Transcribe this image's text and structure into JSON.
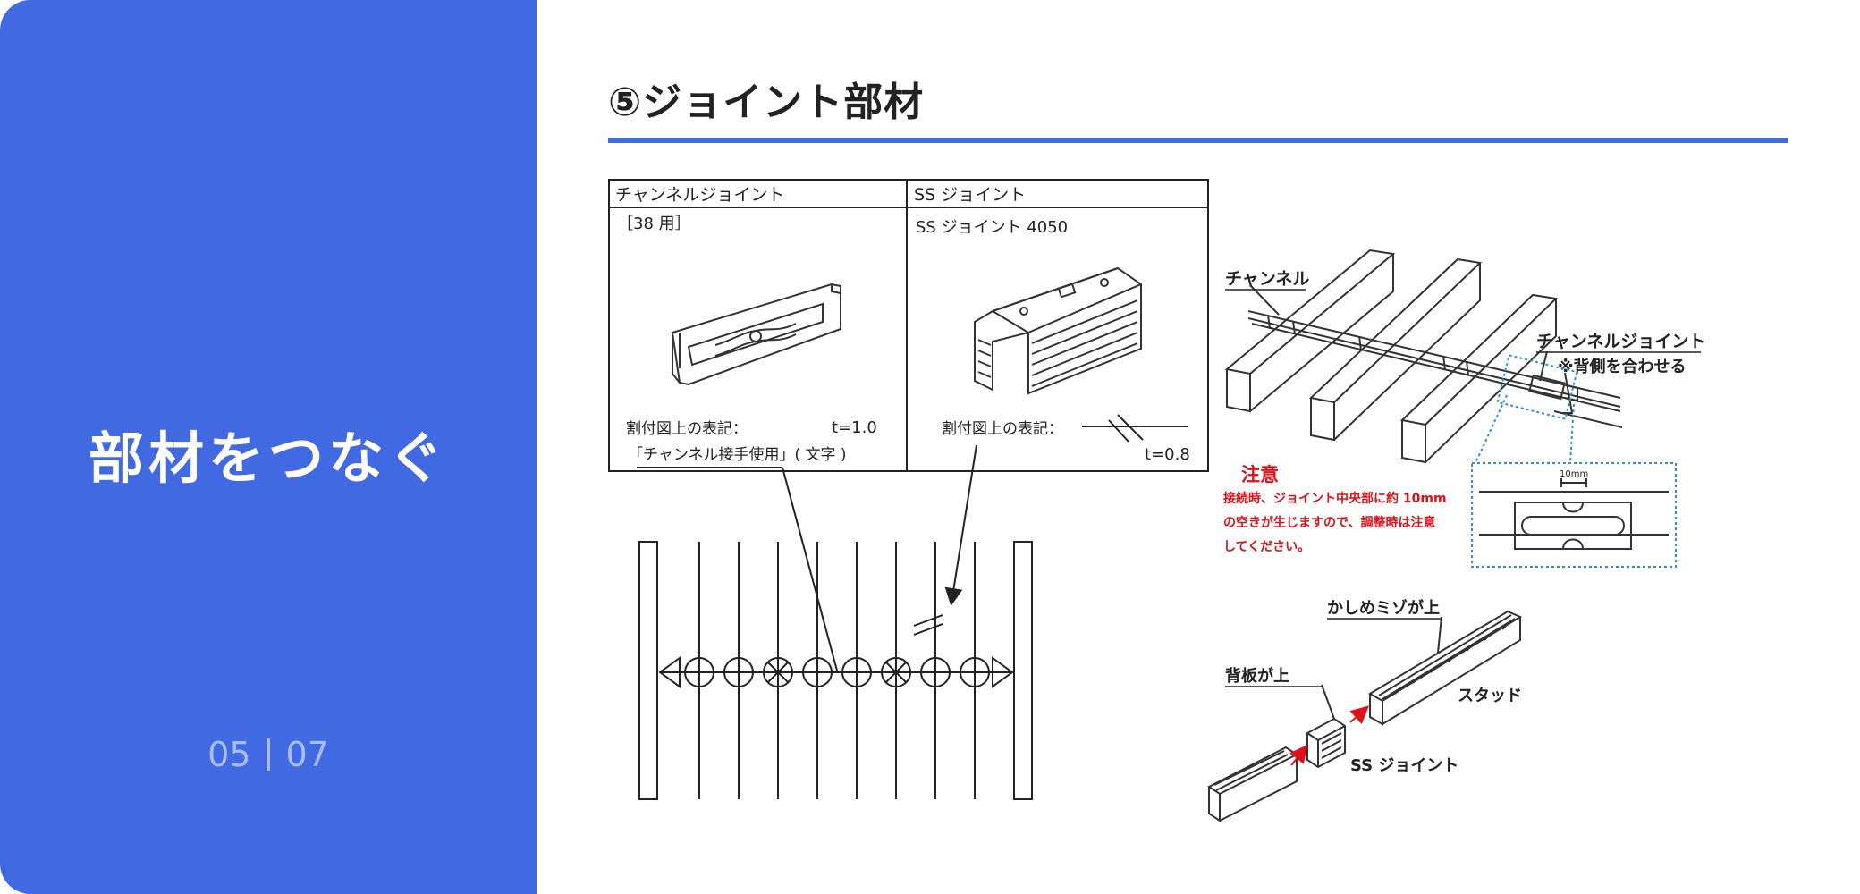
{
  "sidebar": {
    "title": "部材をつなぐ",
    "page_current": "05",
    "page_total": "07",
    "bg_color": "#4169e1"
  },
  "main": {
    "heading": "⑤ジョイント部材",
    "accent_color": "#3d6ee0"
  },
  "table": {
    "col1_header": "チャンネルジョイント",
    "col2_header": "SS ジョイント",
    "col1_sub": "［38 用］",
    "col2_sub": "SS ジョイント 4050",
    "col1_notation": "割付図上の表記：",
    "col1_thickness": "t=1.0",
    "col1_usage": "「チャンネル接手使用」( 文字 )",
    "col2_notation": "割付図上の表記：",
    "col2_thickness": "t=0.8"
  },
  "assembly": {
    "channel_label": "チャンネル",
    "joint_label": "チャンネルジョイント",
    "joint_note": "※背側を合わせる",
    "detail_dim": "10mm",
    "caution_title": "注意",
    "caution_line1": "接続時、ジョイント中央部に約 10mm",
    "caution_line2": "の空きが生じますので、調整時は注意",
    "caution_line3": "してください。",
    "caution_color": "#e0101a"
  },
  "stud": {
    "groove_label": "かしめミゾが上",
    "back_label": "背板が上",
    "stud_label": "スタッド",
    "ss_joint_label": "SS ジョイント"
  }
}
